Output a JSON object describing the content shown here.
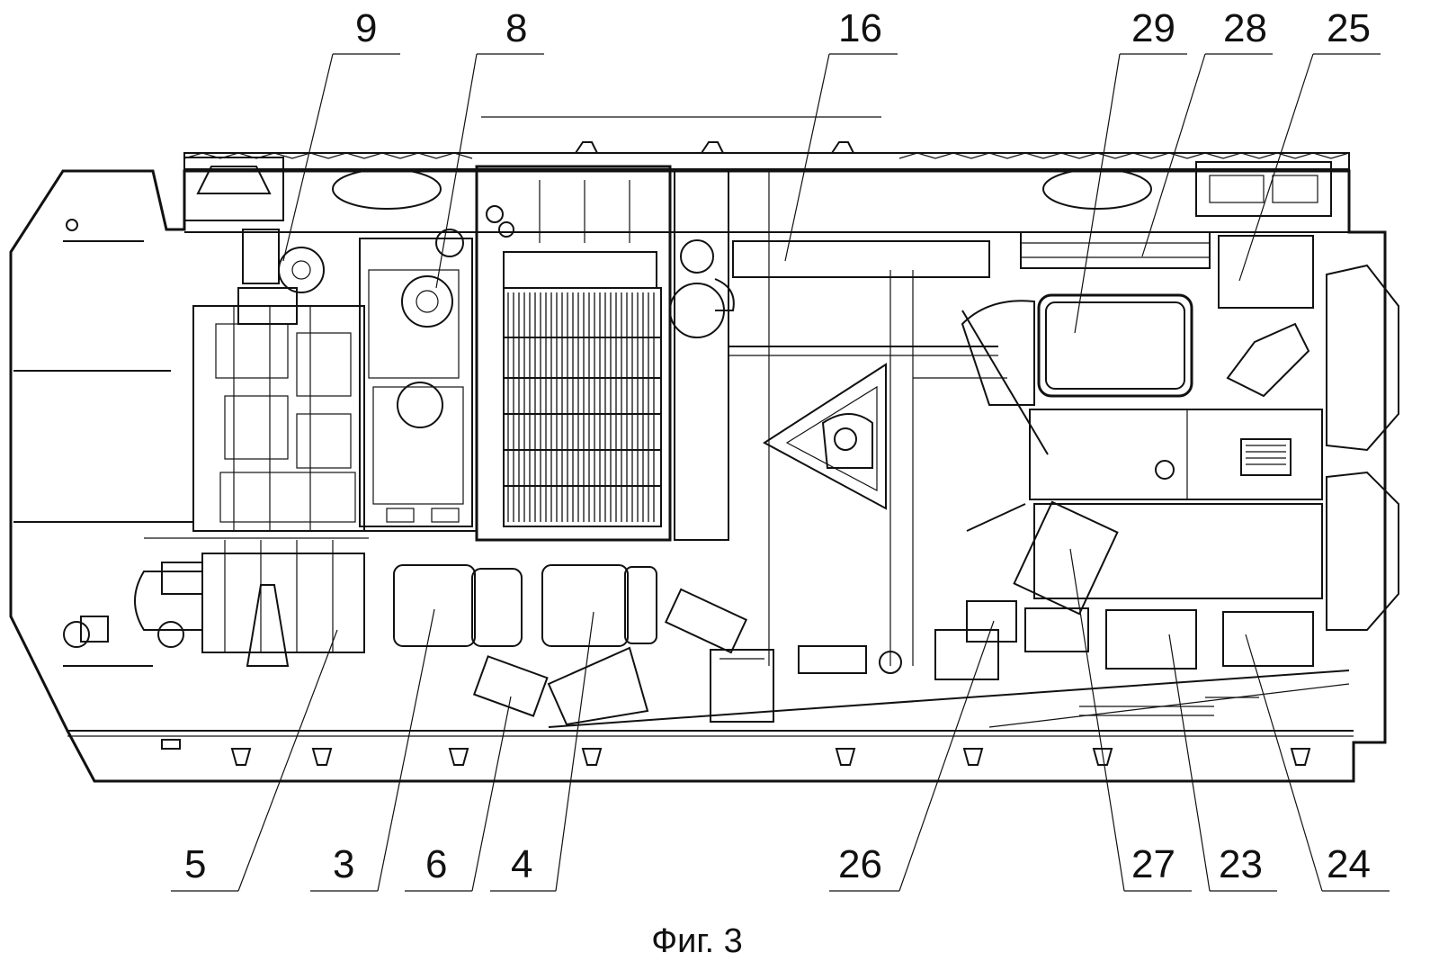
{
  "figure": {
    "caption": "Фиг. 3",
    "callouts": [
      {
        "id": "9",
        "text": "9"
      },
      {
        "id": "8",
        "text": "8"
      },
      {
        "id": "16",
        "text": "16"
      },
      {
        "id": "29",
        "text": "29"
      },
      {
        "id": "28",
        "text": "28"
      },
      {
        "id": "25",
        "text": "25"
      },
      {
        "id": "5",
        "text": "5"
      },
      {
        "id": "3",
        "text": "3"
      },
      {
        "id": "6",
        "text": "6"
      },
      {
        "id": "4",
        "text": "4"
      },
      {
        "id": "26",
        "text": "26"
      },
      {
        "id": "27",
        "text": "27"
      },
      {
        "id": "23",
        "text": "23"
      },
      {
        "id": "24",
        "text": "24"
      }
    ]
  }
}
